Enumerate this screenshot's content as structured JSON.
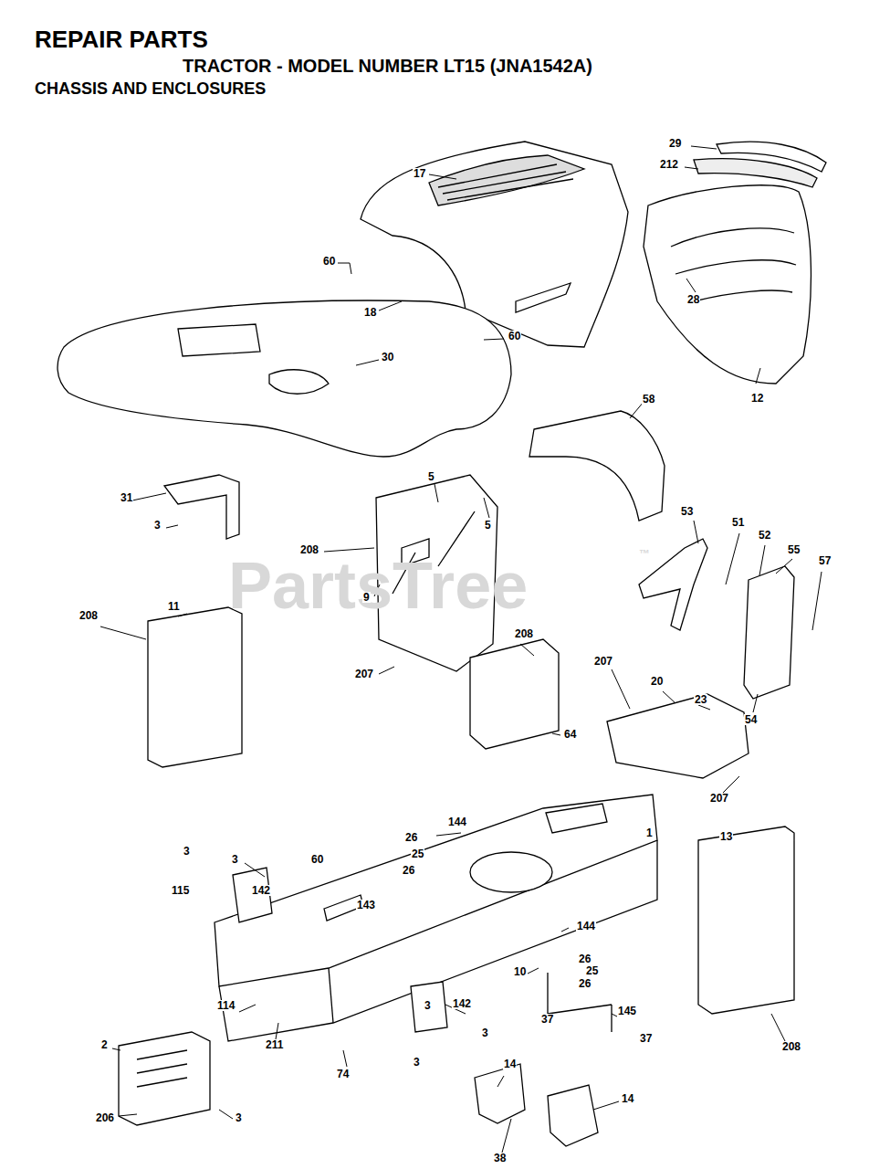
{
  "diagram": {
    "title": "REPAIR PARTS",
    "labels": [
      "TRACTOR - MODEL NUMBER LT15 (JNA1542A)",
      "CHASSIS AND ENCLOSURES",
      "PartsTree",
      "™",
      "29",
      "212",
      "17",
      "60",
      "18",
      "60",
      "30",
      "28",
      "12",
      "58",
      "31",
      "3",
      "5",
      "5",
      "53",
      "51",
      "52",
      "55",
      "57",
      "208",
      "9",
      "208",
      "207",
      "207",
      "20",
      "23",
      "54",
      "64",
      "11",
      "208",
      "207",
      "144",
      "26",
      "25",
      "26",
      "1",
      "13",
      "3",
      "3",
      "60",
      "115",
      "142",
      "143",
      "10",
      "144",
      "26",
      "25",
      "26",
      "37",
      "145",
      "37",
      "142",
      "3",
      "3",
      "114",
      "211",
      "74",
      "3",
      "208",
      "2",
      "206",
      "3",
      "14",
      "14",
      "38"
    ]
  }
}
